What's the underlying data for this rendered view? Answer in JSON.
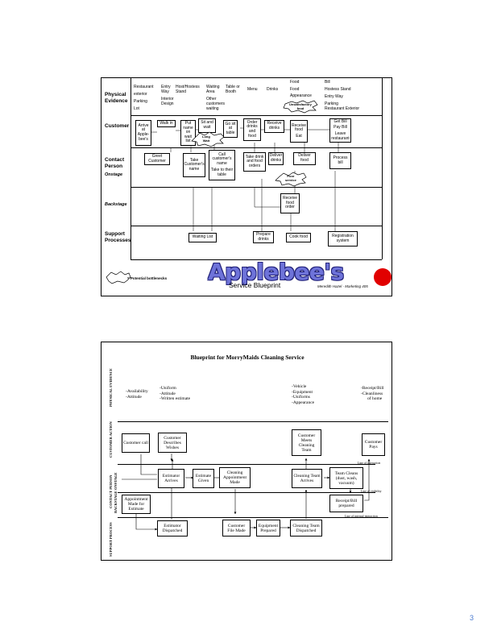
{
  "page_number": "3",
  "blueprint1": {
    "lanes": {
      "physical": "Physical Evidence",
      "customer": "Customer",
      "contact": "Contact Person",
      "onstage": "Onstage",
      "backstage": "Backstage",
      "support": "Support Processes"
    },
    "evidence": {
      "restaurant": [
        "Restaurant",
        "exterior",
        "Parking",
        "Lot"
      ],
      "entry": [
        "Entry",
        "Way",
        "Interior",
        "Design"
      ],
      "host": [
        "Host/Hostess",
        "Stand"
      ],
      "waiting": [
        "Waiting",
        "Area",
        "Other",
        "customers",
        "waiting"
      ],
      "table": [
        "Table or",
        "Booth"
      ],
      "menu": "Menu",
      "drinks": "Drinks",
      "food": [
        "Food",
        "Food",
        "Appearance"
      ],
      "unsatisfactory": [
        "Unsatisfactory",
        "food"
      ],
      "bill": [
        "Bill",
        "Hostess Stand",
        "Entry Way",
        "Parking",
        "Restaurant Exterior"
      ]
    },
    "customer_steps": {
      "arrive": "Arrive at Apple-bee's",
      "walkin": "Walk in",
      "putname": "Put name on wait list",
      "sit": "Sit and wait",
      "longwait": [
        "Long",
        "Wait"
      ],
      "go": "Go sit at table",
      "order": "Order drinks and food",
      "receivedrinks": "Receive drinks",
      "receivefood": [
        "Receive",
        "food",
        "Eat"
      ],
      "getbill": [
        "Get Bill",
        "Pay Bill",
        "Leave",
        "restaurant"
      ]
    },
    "contact_steps": {
      "greet": "Greet Customer",
      "takename": "Take Customer's name",
      "call": [
        "Call",
        "customer's",
        "name",
        "Take to their",
        "table"
      ],
      "takedrink": "Take drink and food orders",
      "deliverdrinks": "Deliver drinks",
      "deliverfood": "Deliver food",
      "processbill": "Process bill",
      "poorservice": [
        "Poor",
        "service"
      ]
    },
    "backstage_steps": {
      "receiveorder": "Receive food order"
    },
    "support_steps": {
      "waitinglist": "Waiting List",
      "prepare": "Prepare drinks",
      "cook": "Cook food",
      "registration": "Registration system"
    },
    "legend": "= Potential bottlenecks",
    "logo": "Applebee's",
    "subtitle": "Service Blueprint",
    "credit": "Meredith Hazel - Marketing 405"
  },
  "blueprint2": {
    "title": "Blueprint  for  MorryMaids  Cleaning  Service",
    "lanes": {
      "physical": "PHYSICAL EVIDENCE",
      "customer": "CUSTOMER ACTION",
      "contact": "CONTACT PERSON",
      "onstage": "ONSTAGE",
      "backstage": "BACKSTAGE",
      "support": "SUPPORT PROCESS"
    },
    "evidence": {
      "a": [
        "-Availability",
        "-Attitude"
      ],
      "b": [
        "-Uniform",
        "-Attitude",
        "-Written estimate"
      ],
      "c": [
        "-Vehicle",
        "-Equipment",
        "-Uniforms",
        "-Appearance"
      ],
      "d": [
        "-Receipt/Bill",
        "-Cleanliness",
        "of home"
      ]
    },
    "boxes": {
      "customercall": "Customer call",
      "describes": "Customer Describes Wishes",
      "meets": "Customer Meets Cleaning Team",
      "pays": "Customer Pays",
      "estimatorarrives": "Estimator Arrives",
      "estimategiven": "Estimate Given",
      "cleaningmade": "Cleaning Appointment Made",
      "teamarrives": "Cleaning Team Arrives",
      "teamcleans": "Team Cleans (dust, wash, vacuum)",
      "appointment": "Appointment Made for Estimate",
      "receipt": "Receipt/Bill prepared",
      "dispatched": "Estimator Dispatched",
      "filemade": "Customer File Made",
      "equipment": "Equipment Prepared",
      "teamdispatched": "Cleaning Team Dispatched"
    },
    "lines": {
      "interaction": "Line of interaction",
      "visibility": "Line of visibility",
      "internal": "Line of internal interaction"
    }
  }
}
